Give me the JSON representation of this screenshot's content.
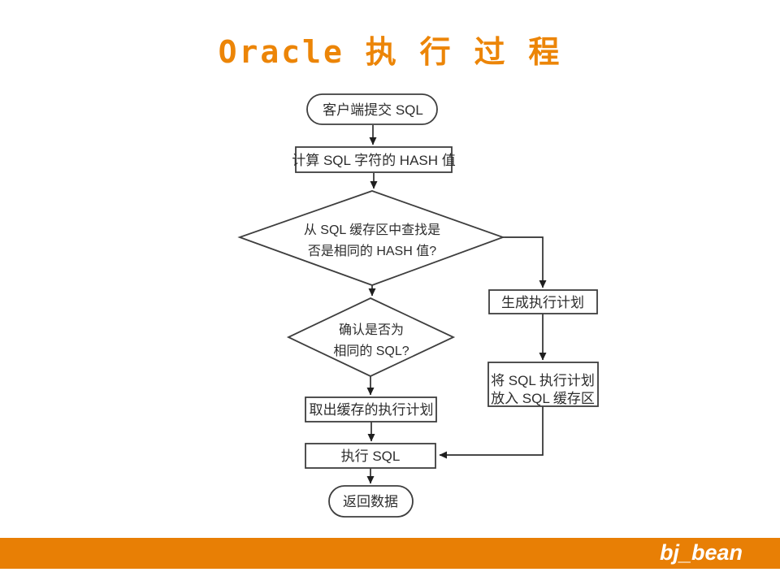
{
  "title": "Oracle 执 行 过 程",
  "colors": {
    "title_orange": "#EC8507",
    "bar_orange": "#E87F05",
    "line_color": "#2f2f2f",
    "box_border": "#3e3e3e",
    "box_text": "#2d2d2d"
  },
  "flowchart": {
    "nodes": {
      "start": {
        "type": "terminator",
        "label": "客户端提交 SQL"
      },
      "hash": {
        "type": "process",
        "label": "计算 SQL 字符的 HASH 值"
      },
      "find_hash": {
        "type": "decision",
        "line1": "从 SQL 缓存区中查找是",
        "line2": "否是相同的 HASH 值?"
      },
      "confirm_sql": {
        "type": "decision",
        "line1": "确认是否为",
        "line2": "相同的 SQL?"
      },
      "fetch_plan": {
        "type": "process",
        "label": "取出缓存的执行计划"
      },
      "exec_sql": {
        "type": "process",
        "label": "执行 SQL"
      },
      "return_data": {
        "type": "terminator",
        "label": "返回数据"
      },
      "gen_plan": {
        "type": "process",
        "label": "生成执行计划"
      },
      "store_plan": {
        "type": "process",
        "line1": "将 SQL 执行计划",
        "line2": "放入 SQL 缓存区"
      }
    },
    "edges": [
      {
        "from": "start",
        "to": "hash"
      },
      {
        "from": "hash",
        "to": "find_hash"
      },
      {
        "from": "find_hash",
        "to": "confirm_sql"
      },
      {
        "from": "find_hash",
        "to": "gen_plan"
      },
      {
        "from": "confirm_sql",
        "to": "fetch_plan"
      },
      {
        "from": "fetch_plan",
        "to": "exec_sql"
      },
      {
        "from": "exec_sql",
        "to": "return_data"
      },
      {
        "from": "gen_plan",
        "to": "store_plan"
      },
      {
        "from": "store_plan",
        "to": "exec_sql"
      }
    ]
  },
  "footer": {
    "watermark": "bj_bean"
  }
}
